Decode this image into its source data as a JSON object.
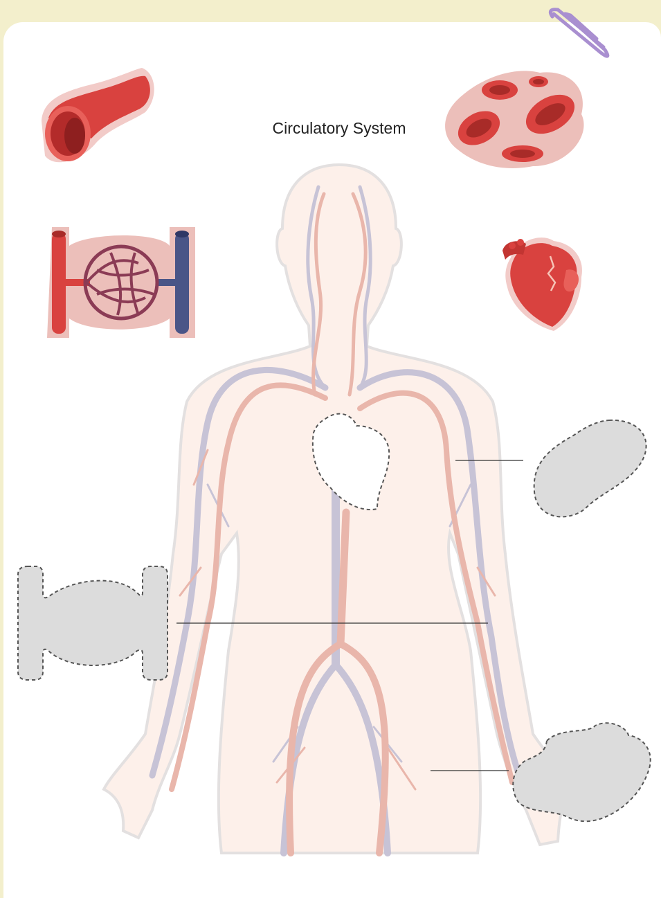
{
  "worksheet": {
    "title": "Circulatory System"
  },
  "colors": {
    "background": "#f3efcc",
    "card": "#ffffff",
    "body": "#fdf0ea",
    "body_outline": "#e3e0e0",
    "artery": "#e9b6ab",
    "vein": "#c7c3d6",
    "blood_red": "#d9423f",
    "vein_blue": "#4a5587",
    "drop_zone": "#dcdcdc",
    "clip": "#a98fd0"
  },
  "cut_out_icons": [
    "blood-vessel-icon",
    "red-blood-cells-icon",
    "capillary-bed-icon",
    "heart-icon"
  ],
  "drop_zones": [
    "heart-drop-zone",
    "blood-cells-drop-zone",
    "capillary-drop-zone",
    "blood-vessel-drop-zone"
  ]
}
